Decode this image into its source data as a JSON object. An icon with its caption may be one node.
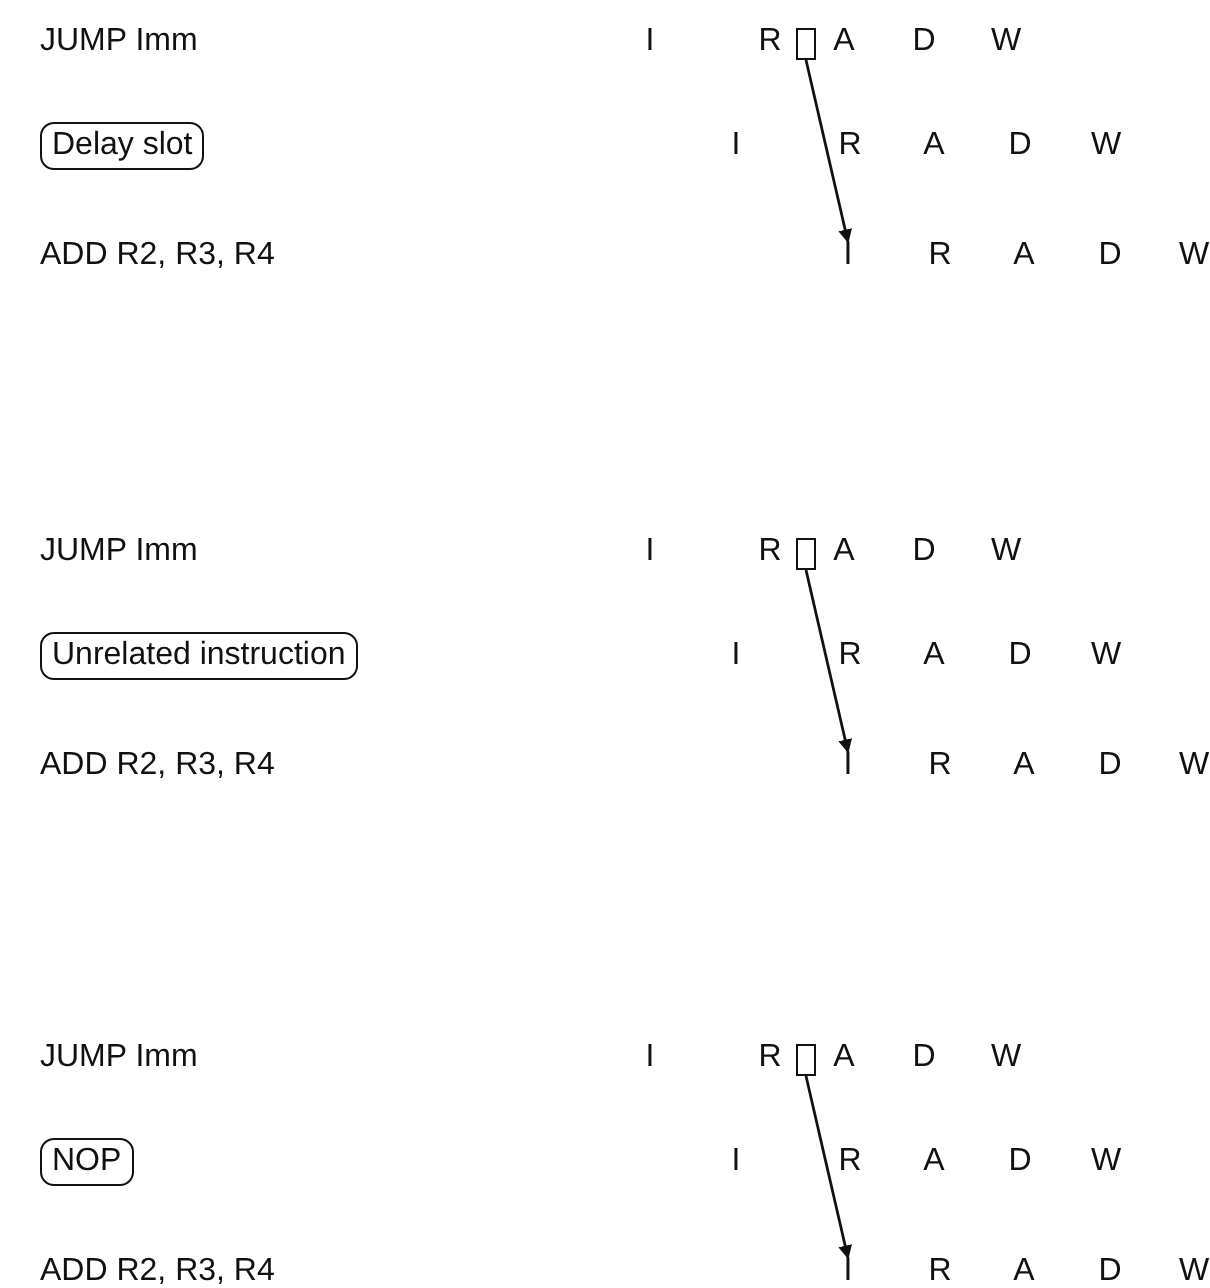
{
  "diagram": {
    "nodes": [
      {
        "text": [],
        "shape": "box"
      },
      {
        "text": [
          "Delay slot"
        ]
      },
      {
        "text": [
          "I"
        ]
      },
      {
        "text": [],
        "shape": "box"
      },
      {
        "text": [
          "Unrelated instruction"
        ]
      },
      {
        "text": [
          "I"
        ]
      },
      {
        "text": [],
        "shape": "box"
      },
      {
        "text": [
          "NOP"
        ]
      },
      {
        "text": [
          "I"
        ]
      }
    ],
    "edges": [
      {
        "from": 0,
        "to": 2,
        "arrow": "to"
      },
      {
        "from": 3,
        "to": 5,
        "arrow": "to"
      },
      {
        "from": 6,
        "to": 8,
        "arrow": "to"
      }
    ],
    "labels": [
      "JUMP Imm",
      "I",
      "R",
      "A",
      "D",
      "W",
      "I",
      "R",
      "A",
      "D",
      "W",
      "ADD R2, R3, R4",
      "R",
      "A",
      "D",
      "W",
      "JUMP Imm",
      "I",
      "R",
      "A",
      "D",
      "W",
      "I",
      "R",
      "A",
      "D",
      "W",
      "ADD R2, R3, R4",
      "R",
      "A",
      "D",
      "W",
      "JUMP Imm",
      "I",
      "R",
      "A",
      "D",
      "W",
      "I",
      "R",
      "A",
      "D",
      "W",
      "ADD R2, R3, R4",
      "R",
      "A",
      "D",
      "W"
    ]
  }
}
